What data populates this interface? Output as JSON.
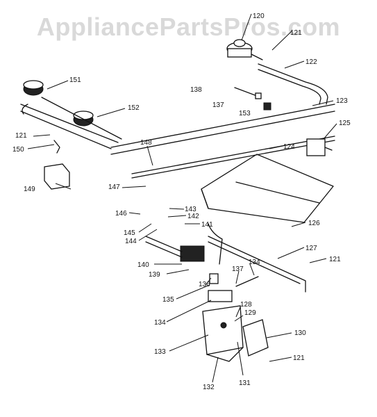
{
  "watermark": "AppliancePartsPros.com",
  "callouts": [
    {
      "label": "120"
    },
    {
      "label": "121"
    },
    {
      "label": "122"
    },
    {
      "label": "138"
    },
    {
      "label": "137"
    },
    {
      "label": "153"
    },
    {
      "label": "123"
    },
    {
      "label": "125"
    },
    {
      "label": "124"
    },
    {
      "label": "151"
    },
    {
      "label": "152"
    },
    {
      "label": "121"
    },
    {
      "label": "150"
    },
    {
      "label": "148"
    },
    {
      "label": "149"
    },
    {
      "label": "147"
    },
    {
      "label": "143"
    },
    {
      "label": "146"
    },
    {
      "label": "142"
    },
    {
      "label": "145"
    },
    {
      "label": "141"
    },
    {
      "label": "144"
    },
    {
      "label": "126"
    },
    {
      "label": "127"
    },
    {
      "label": "140"
    },
    {
      "label": "139"
    },
    {
      "label": "137"
    },
    {
      "label": "134"
    },
    {
      "label": "121"
    },
    {
      "label": "136"
    },
    {
      "label": "135"
    },
    {
      "label": "134"
    },
    {
      "label": "128"
    },
    {
      "label": "129"
    },
    {
      "label": "130"
    },
    {
      "label": "133"
    },
    {
      "label": "121"
    },
    {
      "label": "132"
    },
    {
      "label": "131"
    }
  ]
}
